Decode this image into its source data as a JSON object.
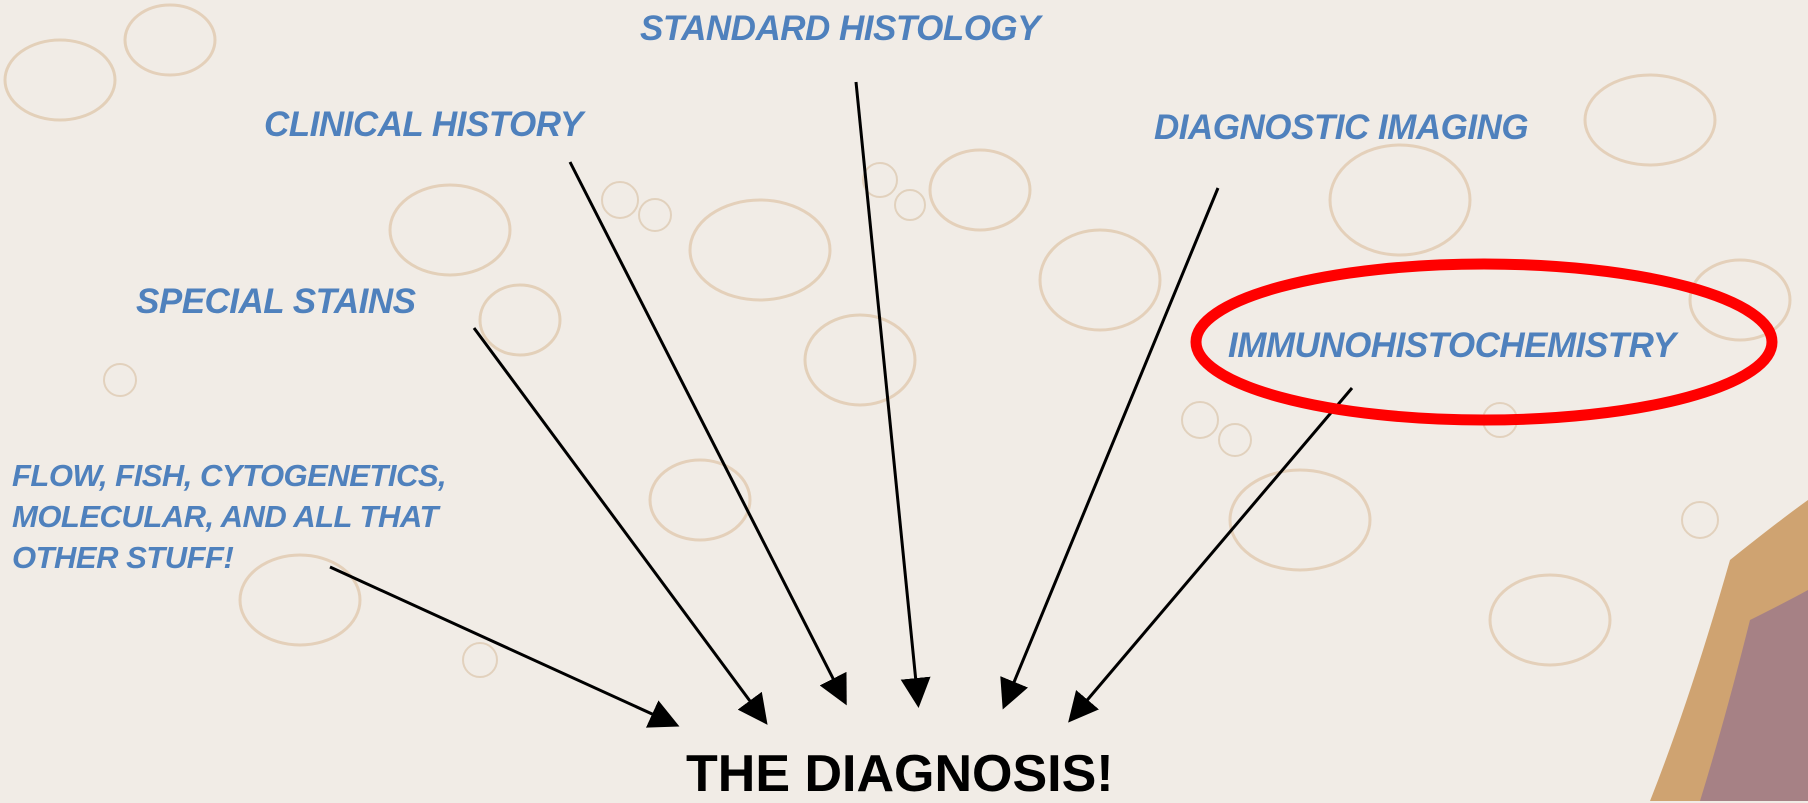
{
  "sources": {
    "standard_histology": "STANDARD HISTOLOGY",
    "clinical_history": "CLINICAL HISTORY",
    "diagnostic_imaging": "DIAGNOSTIC IMAGING",
    "special_stains": "SPECIAL STAINS",
    "immunohistochemistry": "IMMUNOHISTOCHEMISTRY",
    "flow_line1": "FLOW, FISH, CYTOGENETICS,",
    "flow_line2": "MOLECULAR, AND ALL THAT",
    "flow_line3": "OTHER STUFF!"
  },
  "target": "THE DIAGNOSIS!",
  "colors": {
    "label_blue": "#4f81bd",
    "highlight_red": "#ff0000",
    "arrow": "#000000",
    "background": "#f1ece6"
  },
  "highlighted_source": "immunohistochemistry"
}
